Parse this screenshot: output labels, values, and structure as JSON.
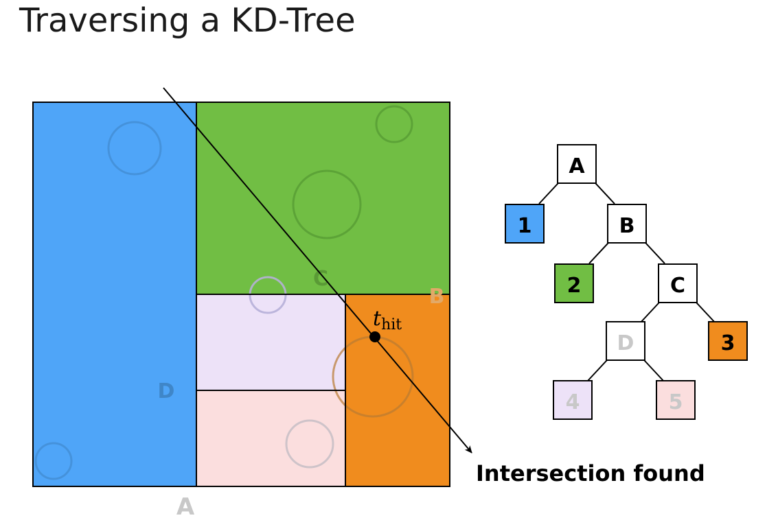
{
  "title": "Traversing a KD-Tree",
  "region_labels": {
    "a": "A",
    "b": "B",
    "c": "C",
    "d": "D"
  },
  "hit_label": {
    "var": "t",
    "sub": "hit"
  },
  "result_text": "Intersection found",
  "tree_nodes": {
    "A": "A",
    "B": "B",
    "C": "C",
    "D": "D",
    "leaf1": "1",
    "leaf2": "2",
    "leaf3": "3",
    "leaf4": "4",
    "leaf5": "5"
  },
  "colors": {
    "leaf1": "#4fa5f8",
    "leaf2": "#71be44",
    "leaf3": "#f08c1e",
    "leaf4": "#ede2f8",
    "leaf5": "#fbdede",
    "inactive_text": "#c8c8c8",
    "outline": "#000000"
  }
}
